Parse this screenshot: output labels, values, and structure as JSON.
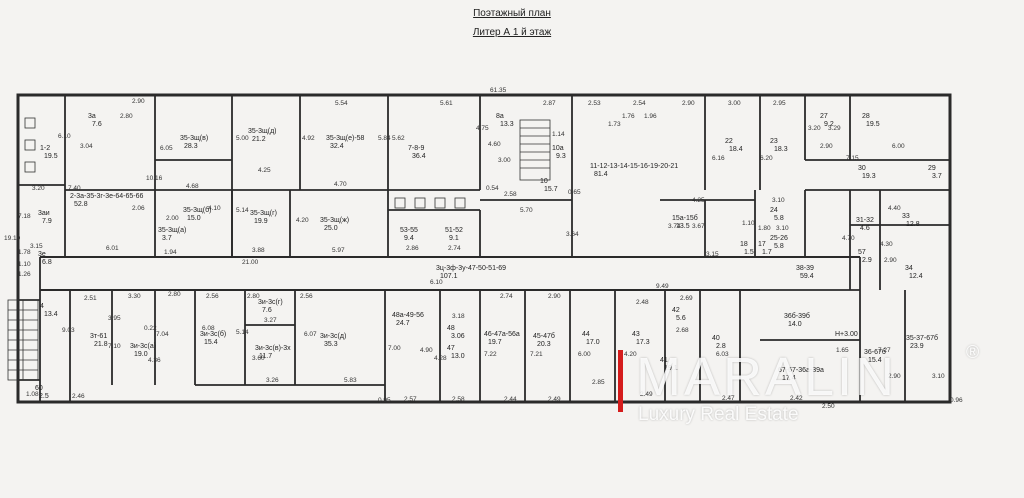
{
  "header": {
    "title": "Поэтажный план",
    "subtitle": "Литер  А  1   й  этаж"
  },
  "rooms": [
    {
      "id": "r3a",
      "label": "3а",
      "area": "7.6"
    },
    {
      "id": "r12",
      "label": "1-2",
      "area": "19.5"
    },
    {
      "id": "r2bc",
      "label": "2-3а-35-3г-3е-64-65-66",
      "area": "52.8"
    },
    {
      "id": "r35shv",
      "label": "35-3щ(в)",
      "area": "28.3"
    },
    {
      "id": "r35shd",
      "label": "35-3щ(д)",
      "area": "21.2"
    },
    {
      "id": "r35she",
      "label": "35-3щ(е)-58",
      "area": "32.4"
    },
    {
      "id": "r789",
      "label": "7-8-9",
      "area": "36.4"
    },
    {
      "id": "r8a",
      "label": "8а",
      "area": "13.3"
    },
    {
      "id": "r10a",
      "label": "10а",
      "area": "9.3"
    },
    {
      "id": "r10",
      "label": "10",
      "area": "15.7"
    },
    {
      "id": "r11big",
      "label": "11-12-13-14-15-16-19-20-21",
      "area": "81.4"
    },
    {
      "id": "r22",
      "label": "22",
      "area": "18.4"
    },
    {
      "id": "r23",
      "label": "23",
      "area": "18.3"
    },
    {
      "id": "r27",
      "label": "27",
      "area": "9.2"
    },
    {
      "id": "r28",
      "label": "28",
      "area": "19.5"
    },
    {
      "id": "r30",
      "label": "30",
      "area": "19.3"
    },
    {
      "id": "r29",
      "label": "29",
      "area": "3.7"
    },
    {
      "id": "r3ai",
      "label": "3аи",
      "area": "7.9"
    },
    {
      "id": "r35shb",
      "label": "35-3щ(б)",
      "area": "15.0"
    },
    {
      "id": "r35shg",
      "label": "35-3щ(г)",
      "area": "19.9"
    },
    {
      "id": "r35shzh",
      "label": "35-3щ(ж)",
      "area": "25.0"
    },
    {
      "id": "r35sha",
      "label": "35-3щ(а)",
      "area": "3.7"
    },
    {
      "id": "r5354",
      "label": "53-55",
      "area": "9.4"
    },
    {
      "id": "r5152",
      "label": "51-52",
      "area": "9.1"
    },
    {
      "id": "r15a",
      "label": "15а-15б",
      "area": "13.5"
    },
    {
      "id": "r24",
      "label": "24",
      "area": "5.8"
    },
    {
      "id": "r18",
      "label": "18",
      "area": "1.5"
    },
    {
      "id": "r17",
      "label": "17",
      "area": "1.7"
    },
    {
      "id": "r2526",
      "label": "25-26",
      "area": "5.8"
    },
    {
      "id": "r3132",
      "label": "31-32",
      "area": "4.6"
    },
    {
      "id": "r33",
      "label": "33",
      "area": "12.8"
    },
    {
      "id": "r3e",
      "label": "3е",
      "area": "6.8"
    },
    {
      "id": "r4",
      "label": "4",
      "area": "13.4"
    },
    {
      "id": "r60",
      "label": "60",
      "area": "2.5"
    },
    {
      "id": "r3u",
      "label": "3ц-3ф-3у-47-50-51-69",
      "area": "107.1"
    },
    {
      "id": "r3839",
      "label": "38-39",
      "area": "59.4"
    },
    {
      "id": "r57",
      "label": "57",
      "area": "2.9"
    },
    {
      "id": "r34",
      "label": "34",
      "area": "12.4"
    },
    {
      "id": "r361",
      "label": "3т-61",
      "area": "21.8"
    },
    {
      "id": "r3sa",
      "label": "3и-3с(а)",
      "area": "19.0"
    },
    {
      "id": "r3sb",
      "label": "3и-3с(б)",
      "area": "15.4"
    },
    {
      "id": "r3sg",
      "label": "3и-3с(г)",
      "area": "7.6"
    },
    {
      "id": "r3sv",
      "label": "3и-3с(в)-3х",
      "area": "11.7"
    },
    {
      "id": "r3sd",
      "label": "3и-3с(д)",
      "area": "35.3"
    },
    {
      "id": "r48a",
      "label": "48а-49-56",
      "area": "24.7"
    },
    {
      "id": "r48",
      "label": "48",
      "area": "3.06"
    },
    {
      "id": "r47",
      "label": "47",
      "area": "13.0"
    },
    {
      "id": "r4647",
      "label": "46-47а-56а",
      "area": "19.7"
    },
    {
      "id": "r45",
      "label": "45-47б",
      "area": "20.3"
    },
    {
      "id": "r44",
      "label": "44",
      "area": "17.0"
    },
    {
      "id": "r43",
      "label": "43",
      "area": "17.3"
    },
    {
      "id": "r42",
      "label": "42",
      "area": "5.6"
    },
    {
      "id": "r41",
      "label": "41",
      "area": "19.1"
    },
    {
      "id": "r40",
      "label": "40",
      "area": "2.8"
    },
    {
      "id": "r36",
      "label": "36б-39б",
      "area": "14.0"
    },
    {
      "id": "r67",
      "label": "67-67-36а-39а",
      "area": "17.4"
    },
    {
      "id": "r376",
      "label": "36-67б",
      "area": "15.4"
    },
    {
      "id": "r3537",
      "label": "35-37-67б",
      "area": "23.9"
    }
  ],
  "annotations": {
    "h_mark": "H+3.00",
    "total_length": "61.35"
  },
  "dimensions": [
    "2.90",
    "5.54",
    "5.61",
    "2.87",
    "2.53",
    "2.54",
    "2.90",
    "3.00",
    "2.95",
    "6.10",
    "3.04",
    "2.80",
    "6.05",
    "5.00",
    "4.92",
    "5.84",
    "5.62",
    "4.75",
    "4.60",
    "3.00",
    "1.14",
    "1.73",
    "1.76",
    "1.96",
    "6.16",
    "6.20",
    "3.20",
    "3.29",
    "2.90",
    "6.00",
    "7.15",
    "4.25",
    "3.20",
    "10.16",
    "7.40",
    "4.68",
    "4.70",
    "2.58",
    "0.54",
    "0.65",
    "5.70",
    "2.06",
    "2.00",
    "4.10",
    "5.14",
    "4.20",
    "3.74",
    "3.67",
    "4.25",
    "3.10",
    "1.10",
    "1.80",
    "3.10",
    "4.40",
    "7.18",
    "3.15",
    "1.94",
    "6.01",
    "3.88",
    "5.97",
    "2.86",
    "2.74",
    "3.64",
    "3.15",
    "4.70",
    "4.30",
    "2.90",
    "19.10",
    "21.00",
    "6.10",
    "9.49",
    "2.51",
    "3.30",
    "2.80",
    "2.56",
    "2.80",
    "2.56",
    "3.18",
    "2.74",
    "2.90",
    "2.48",
    "2.69",
    "3.95",
    "7.10",
    "0.22",
    "7.04",
    "6.08",
    "5.14",
    "3.27",
    "6.07",
    "7.00",
    "4.90",
    "4.28",
    "7.22",
    "7.21",
    "6.00",
    "4.20",
    "2.68",
    "6.03",
    "1.65",
    "7.27",
    "4.36",
    "3.60",
    "3.26",
    "5.83",
    "2.57",
    "2.58",
    "2.44",
    "2.49",
    "2.85",
    "2.49",
    "2.46",
    "2.47",
    "2.42",
    "2.50",
    "2.90",
    "3.10",
    "9.03",
    "0.95",
    "0.96",
    "1.08",
    "1.78",
    "1.26",
    "1.10"
  ],
  "watermark": {
    "brand": "MARALIN",
    "registered": "®",
    "tagline": "Luxury Real Estate",
    "accent_color": "#d51c1c"
  }
}
